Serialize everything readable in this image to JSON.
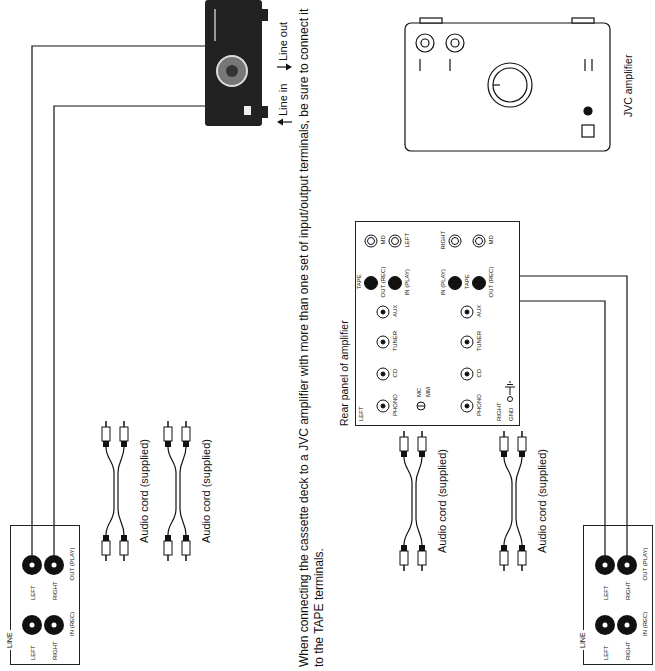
{
  "diagram": {
    "nodes": [
      {
        "text": [
          "LINE",
          "LEFT",
          "RIGHT",
          "IN (REC)",
          "LEFT",
          "RIGHT",
          "OUT (PLAY)"
        ]
      },
      {
        "text": [
          "LEFT",
          "PHONO",
          "CD",
          "TUNER",
          "AUX",
          "TAPE",
          "OUT (REC)",
          "IN (PLAY)",
          "MD",
          "LEFT",
          "MC",
          "MM",
          "RIGHT",
          "PHONO",
          "CD",
          "TUNER",
          "AUX",
          "IN (PLAY)",
          "TAPE",
          "OUT (REC)",
          "MD",
          "RIGHT",
          "GND"
        ]
      },
      {
        "text": [
          "LINE",
          "LEFT",
          "RIGHT",
          "IN (REC)",
          "LEFT",
          "RIGHT",
          "OUT (PLAY)"
        ]
      }
    ],
    "edges": [
      {
        "from": 2,
        "to": 1,
        "arrow": "none"
      },
      {
        "from": 2,
        "to": 1,
        "arrow": "none"
      }
    ],
    "labels": [
      "Audio cord (supplied)",
      "Audio cord (supplied)",
      "Line out",
      "Line in",
      "When connecting the cassette deck to a JVC amplifier with more than one set of input/output terminals, be sure to connect it to the TAPE terminals.",
      "Rear panel of amplifier",
      "Audio cord (supplied)",
      "Audio cord (supplied)",
      "JVC amplifier"
    ]
  }
}
